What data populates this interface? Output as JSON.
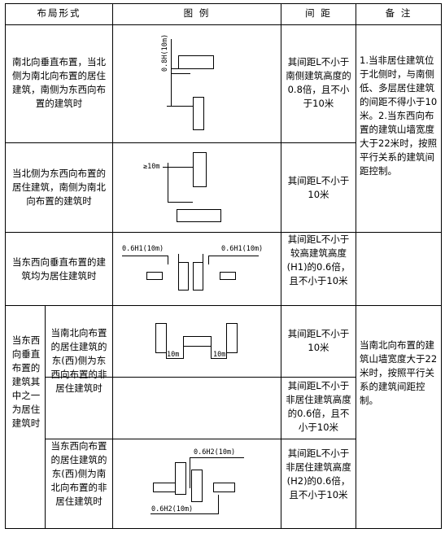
{
  "headers": {
    "layout": "布局形式",
    "diagram": "图 例",
    "spacing": "间 距",
    "remarks": "备 注"
  },
  "rows": {
    "r1": {
      "layout": "南北向垂直布置，当北侧为南北向布置的居住建筑，南侧为东西向布置的建筑时",
      "spacing": "其间距L不小于南侧建筑高度的0.8倍，且不小于10米",
      "label": "0.8H(10m)"
    },
    "r2": {
      "layout": "当北侧为东西向布置的居住建筑，南侧为南北向布置的建筑时",
      "spacing": "其间距L不小于10米",
      "label": "≥10m"
    },
    "r3": {
      "layout": "当东西向垂直布置的建筑均为居住建筑时",
      "spacing": "其间距L不小于较高建筑高度(H1)的0.6倍，且不小于10米",
      "label_left": "0.6H1(10m)",
      "label_right": "0.6H1(10m)"
    },
    "r4": {
      "group": "当东西向垂直布置的建筑其中之一为居住建筑时",
      "layout": "当南北向布置的居住建筑的东(西)侧为东西向布置的非居住建筑时",
      "spacing_a": "其间距L不小于10米",
      "spacing_b": "其间距L不小于非居住建筑高度的0.6倍，且不小于10米",
      "label_left": "10m",
      "label_right": "10m"
    },
    "r5": {
      "layout": "当东西向布置的居住建筑的东(西)侧为南北向布置的非居住建筑时",
      "spacing": "其间距L不小于非居住建筑高度(H2)的0.6倍，且不小于10米",
      "label_top": "0.6H2(10m)",
      "label_bottom": "0.6H2(10m)"
    }
  },
  "remarks": {
    "top": "1.当非居住建筑位于北侧时，与南侧低、多层居住建筑的间距不得小于10米。2.当东西向布置的建筑山墙宽度大于22米时，按照平行关系的建筑间距控制。",
    "bottom": "当南北向布置的建筑山墙宽度大于22米时，按照平行关系的建筑间距控制。"
  }
}
